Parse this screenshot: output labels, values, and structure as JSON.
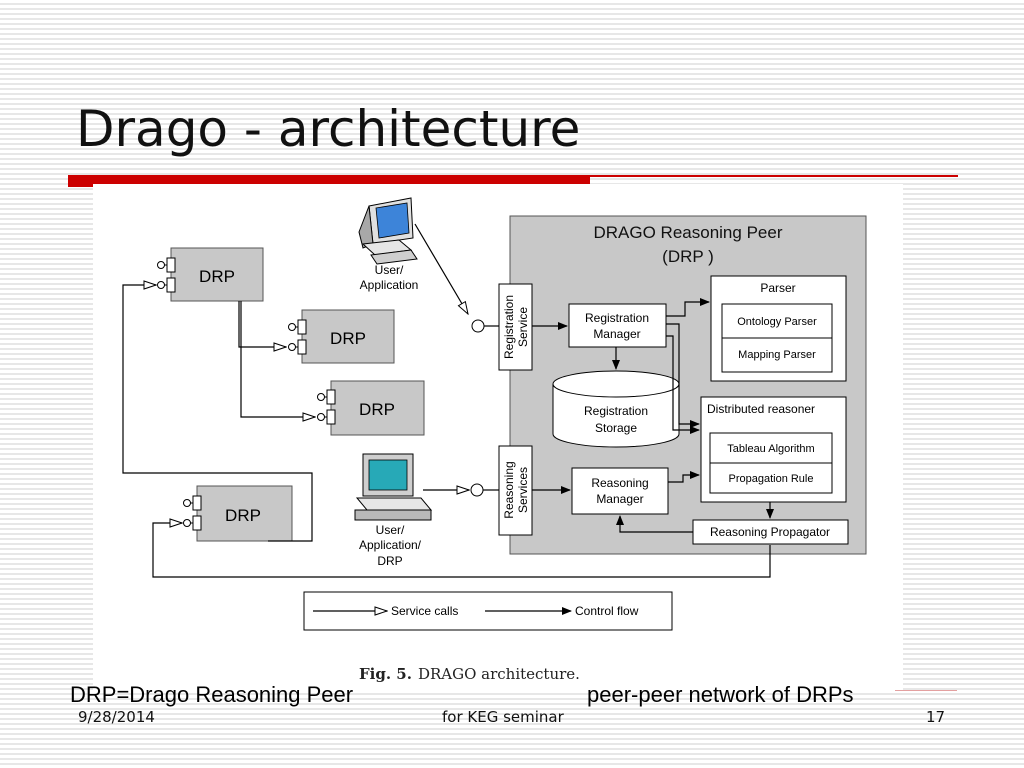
{
  "slide": {
    "title": "Drago - architecture",
    "date": "9/28/2014",
    "footer": "for KEG seminar",
    "page": "17",
    "note_left": "DRP=Drago Reasoning Peer",
    "note_right": "peer-peer network of DRPs",
    "accent_color": "#cc0000"
  },
  "figure": {
    "caption_prefix": "Fig. 5.",
    "caption_text": "DRAGO architecture.",
    "peer_title_1": "DRAGO  Reasoning Peer",
    "peer_title_2": "(DRP )",
    "peer_nodes": [
      "DRP",
      "DRP",
      "DRP",
      "DRP"
    ],
    "user_app_top": [
      "User/",
      "Application"
    ],
    "user_app_bottom": [
      "User/",
      "Application/",
      "DRP"
    ],
    "registration_service": [
      "Registration",
      "Service"
    ],
    "reasoning_services": [
      "Reasoning",
      "Services"
    ],
    "registration_manager": [
      "Registration",
      "Manager"
    ],
    "reasoning_manager": [
      "Reasoning",
      "Manager"
    ],
    "registration_storage": [
      "Registration",
      "Storage"
    ],
    "parser": "Parser",
    "ontology_parser": "Ontology Parser",
    "mapping_parser": "Mapping Parser",
    "distributed_reasoner": "Distributed reasoner",
    "tableau_algorithm": "Tableau Algorithm",
    "propagation_rule": "Propagation Rule",
    "reasoning_propagator": "Reasoning Propagator",
    "legend_service_calls": "Service calls",
    "legend_control_flow": "Control flow",
    "icons": [
      "computer-icon",
      "computer-icon"
    ]
  }
}
